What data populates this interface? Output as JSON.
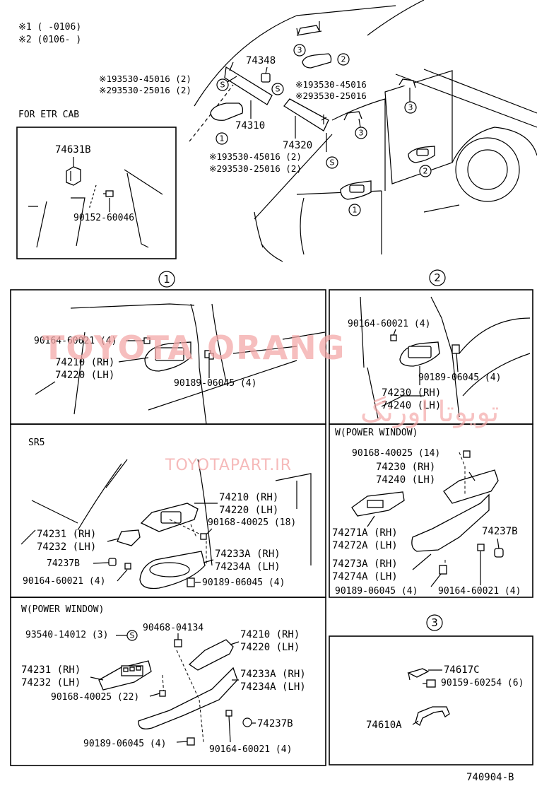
{
  "legend": {
    "note1": "※1 (     -0106)",
    "note2": "※2 (0106-     )"
  },
  "top": {
    "p74348": "74348",
    "p74310": "74310",
    "p74320": "74320",
    "s_left_1": "※193530-45016 (2)",
    "s_left_2": "※293530-25016 (2)",
    "s_right_1": "※193530-45016",
    "s_right_2": "※293530-25016",
    "s_mid_1": "※193530-45016 (2)",
    "s_mid_2": "※293530-25016 (2)",
    "s_mark": "S",
    "c1": "1",
    "c2": "2",
    "c3": "3"
  },
  "etr": {
    "title": "FOR ETR CAB",
    "p1": "74631B",
    "p2": "90152-60046"
  },
  "sec1": {
    "num": "1",
    "a": "90164-60021 (4)",
    "b": "74210 (RH)",
    "c": "74220 (LH)",
    "d": "90189-06045 (4)"
  },
  "sec2": {
    "num": "2",
    "a": "90164-60021 (4)",
    "b": "90189-06045 (4)",
    "c": "74230 (RH)",
    "d": "74240 (LH)"
  },
  "sr5": {
    "title": "SR5",
    "a": "74210 (RH)",
    "b": "74220 (LH)",
    "c": "90168-40025 (18)",
    "d": "74231 (RH)",
    "e": "74232 (LH)",
    "f": "74233A (RH)",
    "g": "74234A (LH)",
    "h": "74237B",
    "i": "90164-60021 (4)",
    "j": "90189-06045 (4)"
  },
  "pw_right": {
    "title": "W(POWER WINDOW)",
    "a": "90168-40025 (14)",
    "b": "74230 (RH)",
    "c": "74240 (LH)",
    "d": "74271A (RH)",
    "e": "74272A (LH)",
    "f": "74237B",
    "g": "74273A (RH)",
    "h": "74274A (LH)",
    "i": "90189-06045 (4)",
    "j": "90164-60021 (4)"
  },
  "pw_left": {
    "title": "W(POWER WINDOW)",
    "a": "93540-14012 (3)",
    "b": "90468-04134",
    "c": "74210 (RH)",
    "d": "74220 (LH)",
    "e": "74231 (RH)",
    "f": "74232 (LH)",
    "g": "74233A (RH)",
    "h": "74234A (LH)",
    "i": "90168-40025 (22)",
    "j": "74237B",
    "k": "90189-06045 (4)",
    "l": "90164-60021 (4)"
  },
  "sec3": {
    "num": "3",
    "a": "74617C",
    "b": "90159-60254 (6)",
    "c": "74610A"
  },
  "footer": {
    "code": "740904-B"
  },
  "watermark": {
    "en": "TOYOTA ORANG",
    "fa": "تویوتا اورنگ",
    "url": "TOYOTAPART.IR"
  }
}
